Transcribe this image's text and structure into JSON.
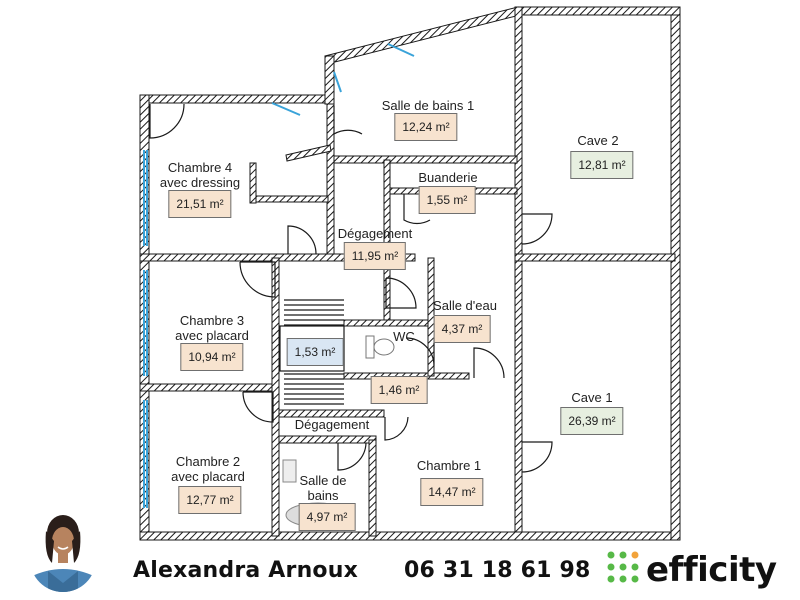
{
  "rooms": {
    "salle_de_bains_1": {
      "name": "Salle de bains 1",
      "area": "12,24 m²"
    },
    "cave_2": {
      "name": "Cave 2",
      "area": "12,81 m²"
    },
    "chambre_4": {
      "name": "Chambre 4\navec dressing",
      "area": "21,51 m²"
    },
    "buanderie": {
      "name": "Buanderie",
      "area": "1,55 m²"
    },
    "degagement_top": {
      "name": "Dégagement",
      "area": "11,95 m²"
    },
    "chambre_3": {
      "name": "Chambre 3\navec placard",
      "area": "10,94 m²"
    },
    "escalier": {
      "area": "1,53 m²"
    },
    "wc": {
      "name": "WC",
      "area": "1,46 m²"
    },
    "salle_d_eau": {
      "name": "Salle d'eau",
      "area": "4,37 m²"
    },
    "cave_1": {
      "name": "Cave 1",
      "area": "26,39 m²"
    },
    "degagement_bottom": {
      "name": "Dégagement"
    },
    "chambre_2": {
      "name": "Chambre 2\navec placard",
      "area": "12,77 m²"
    },
    "salle_de_bains": {
      "name": "Salle de\nbains",
      "area": "4,97 m²"
    },
    "chambre_1": {
      "name": "Chambre 1",
      "area": "14,47 m²"
    }
  },
  "agent": {
    "name": "Alexandra Arnoux",
    "phone": "06 31 18 61 98"
  },
  "brand": {
    "name": "efficity"
  },
  "colors": {
    "wall": "#1a1a1a",
    "window": "#3aa3d9",
    "logo_green": "#57b947",
    "beige": "#f7e3cf",
    "green": "#e7efe0",
    "blue": "#d9e6f3"
  }
}
